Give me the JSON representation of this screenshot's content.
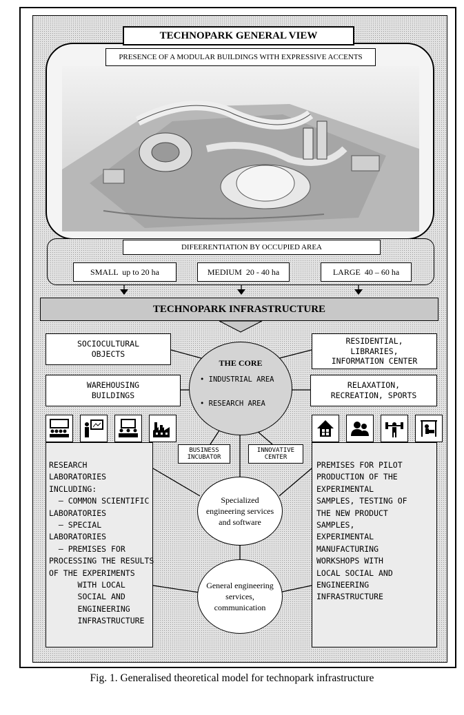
{
  "header": {
    "title": "TECHNOPARK GENERAL VIEW"
  },
  "modular": {
    "label": "PRESENCE OF A MODULAR BUILDINGS WITH EXPRESSIVE ACCENTS"
  },
  "differentiation": {
    "title": "DIFEERENTIATION BY OCCUPIED AREA",
    "items": [
      "SMALL  up to 20 ha",
      "MEDIUM  20 - 40 ha",
      "LARGE  40 – 60 ha"
    ]
  },
  "infrastructure": {
    "title": "TECHNOPARK INFRASTRUCTURE"
  },
  "left_boxes": [
    "SOCIOCULTURAL\nOBJECTS",
    "WAREHOUSING\nBUILDINGS"
  ],
  "right_boxes": [
    "RESIDENTIAL,\nLIBRARIES,\nINFORMATION CENTER",
    "RELAXATION,\nRECREATION, SPORTS"
  ],
  "core": {
    "title": "THE CORE",
    "item1": "• INDUSTRIAL AREA",
    "item2": "• RESEARCH AREA"
  },
  "business_incubator": "BUSINESS\nINCUBATOR",
  "innovative_center": "INNOVATIVE\nCENTER",
  "left_icons": [
    "audience-icon",
    "presenter-icon",
    "meeting-icon",
    "factory-icon"
  ],
  "right_icons": [
    "house-icon",
    "people-icon",
    "weightlifter-icon",
    "reading-icon"
  ],
  "research_block": "RESEARCH\nLABORATORIES\nINCLUDING:\n  – COMMON SCIENTIFIC\nLABORATORIES\n  – SPECIAL\nLABORATORIES\n  – PREMISES FOR\nPROCESSING THE RESULTS\nOF THE EXPERIMENTS\n      WITH LOCAL\n      SOCIAL AND\n      ENGINEERING\n      INFRASTRUCTURE",
  "pilot_block": "PREMISES FOR PILOT\nPRODUCTION OF THE\nEXPERIMENTAL\nSAMPLES, TESTING OF\nTHE NEW PRODUCT\nSAMPLES,\nEXPERIMENTAL\nMANUFACTURING\nWORKSHOPS WITH\nLOCAL SOCIAL AND\nENGINEERING\nINFRASTRUCTURE",
  "specialized": "Specialized\nengineering services\nand software",
  "general": "General engineering\nservices,\ncommunication",
  "caption": "Fig. 1. Generalised theoretical model for technopark infrastructure"
}
